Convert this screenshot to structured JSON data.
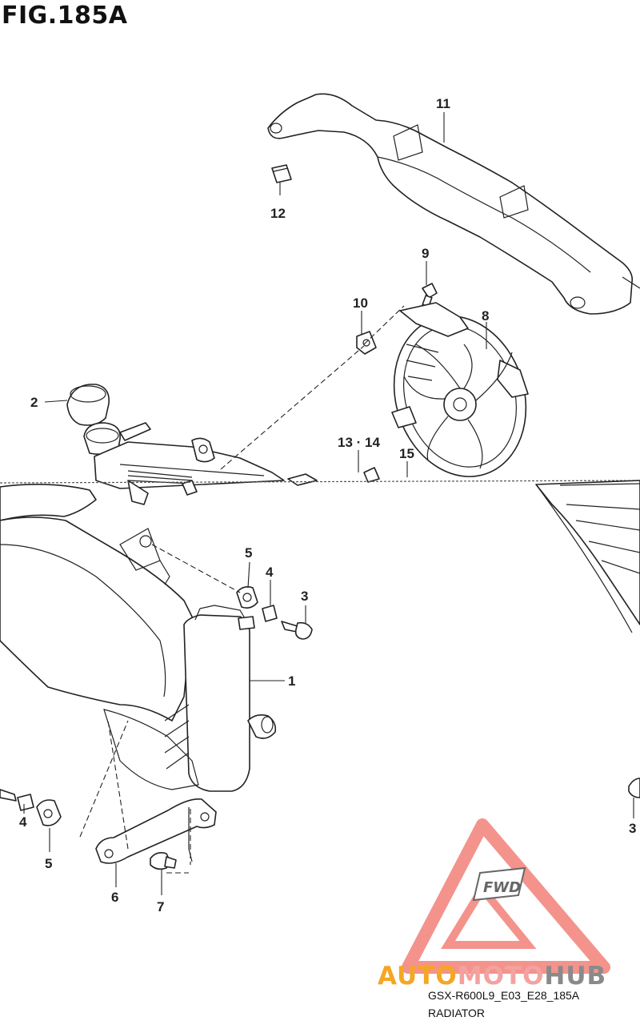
{
  "figure": {
    "title": "FIG.185A",
    "model_code": "GSX-R600L9_E03_E28_185A",
    "assembly_name": "RADIATOR"
  },
  "callouts": {
    "c1": "1",
    "c2": "2",
    "c3a": "3",
    "c3b": "3",
    "c4a": "4",
    "c4b": "4",
    "c5a": "5",
    "c5b": "5",
    "c6": "6",
    "c7": "7",
    "c8": "8",
    "c9": "9",
    "c10": "10",
    "c11": "11",
    "c12": "12",
    "c13_14": "13 · 14",
    "c15": "15"
  },
  "watermark": {
    "part_a": "AUTO",
    "part_b": "MOTO",
    "part_c": "HUB",
    "badge": "FWD",
    "colors": {
      "auto": "#f5a623",
      "moto": "#f3a2a0",
      "hub": "#8a8a8a",
      "triangle": "#ef6f66"
    }
  }
}
